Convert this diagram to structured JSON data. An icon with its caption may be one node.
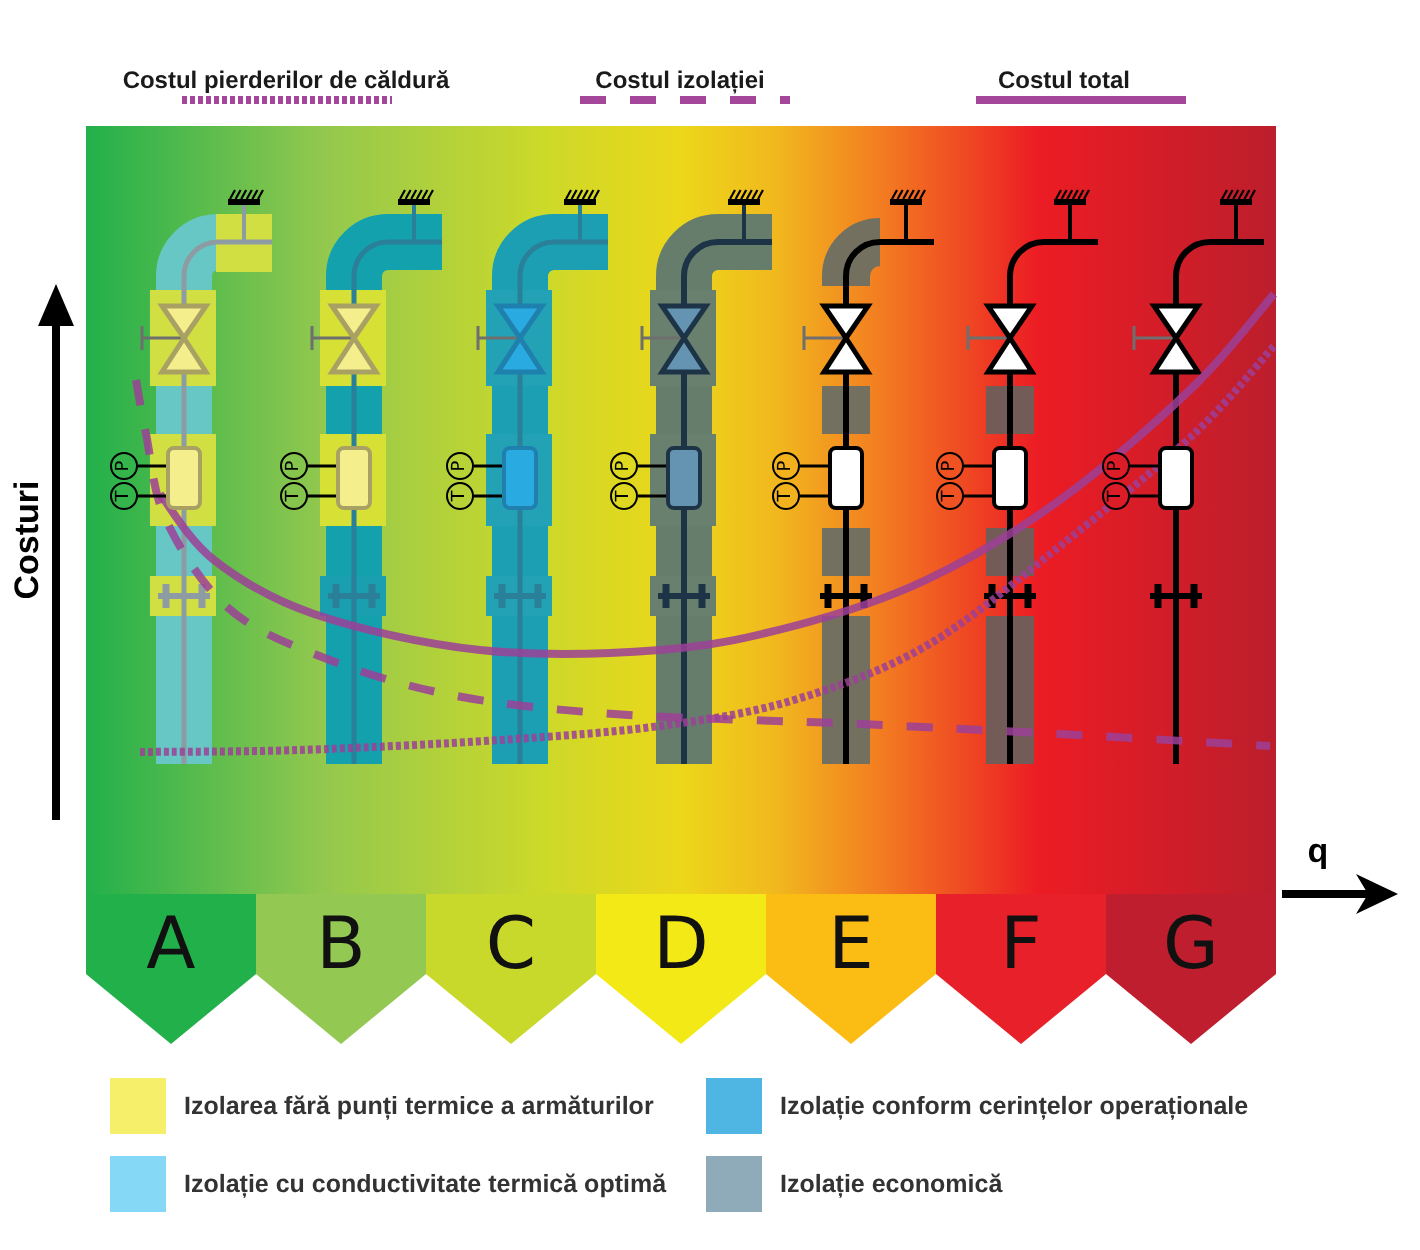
{
  "diagram": {
    "nodes": [
      {
        "text": [
          "P"
        ]
      },
      {
        "text": [
          "T"
        ]
      },
      {
        "text": [],
        "shape": "box"
      },
      {
        "text": [
          "P"
        ]
      },
      {
        "text": [
          "T"
        ]
      },
      {
        "text": [],
        "shape": "box"
      },
      {
        "text": [
          "P"
        ]
      },
      {
        "text": [
          "T"
        ]
      },
      {
        "text": [],
        "shape": "box"
      },
      {
        "text": [
          "P"
        ]
      },
      {
        "text": [
          "T"
        ]
      },
      {
        "text": [],
        "shape": "box"
      },
      {
        "text": [
          "P"
        ]
      },
      {
        "text": [
          "T"
        ]
      },
      {
        "text": [],
        "shape": "box"
      },
      {
        "text": [
          "P"
        ]
      },
      {
        "text": [
          "T"
        ]
      },
      {
        "text": [],
        "shape": "box"
      },
      {
        "text": [
          "P"
        ]
      },
      {
        "text": [
          "T"
        ]
      },
      {
        "text": [],
        "shape": "box"
      },
      {
        "text": [
          "A"
        ]
      },
      {
        "text": [
          "B"
        ]
      },
      {
        "text": [
          "C"
        ]
      },
      {
        "text": [
          "D"
        ]
      },
      {
        "text": [
          "E"
        ]
      },
      {
        "text": [
          "F"
        ]
      },
      {
        "text": [
          "G"
        ]
      }
    ],
    "edges": [
      {
        "from": 0,
        "to": 2,
        "arrow": "none"
      },
      {
        "from": 1,
        "to": 2,
        "arrow": "none"
      },
      {
        "from": 3,
        "to": 5,
        "arrow": "none"
      },
      {
        "from": 4,
        "to": 5,
        "arrow": "none"
      },
      {
        "from": 6,
        "to": 8,
        "arrow": "none"
      },
      {
        "from": 7,
        "to": 8,
        "arrow": "none"
      },
      {
        "from": 9,
        "to": 11,
        "arrow": "none"
      },
      {
        "from": 10,
        "to": 11,
        "arrow": "none"
      },
      {
        "from": 12,
        "to": 14,
        "arrow": "none"
      },
      {
        "from": 13,
        "to": 14,
        "arrow": "none"
      },
      {
        "from": 15,
        "to": 17,
        "arrow": "none"
      },
      {
        "from": 16,
        "to": 17,
        "arrow": "none"
      },
      {
        "from": 18,
        "to": 20,
        "arrow": "none"
      },
      {
        "from": 19,
        "to": 20,
        "arrow": "none"
      }
    ],
    "labels": [
      "Costuri",
      "q"
    ],
    "legend": [
      {
        "text": "Costul pierderilor de căldură"
      },
      {
        "text": "Costul izolației"
      },
      {
        "text": "Costul total"
      },
      {
        "text": "Izolarea fără punți termice a armăturilor",
        "color": "#f5ef6a"
      },
      {
        "text": "Izolație conform cerințelor operaționale",
        "color": "#4fb6e4"
      },
      {
        "text": "Izolație cu conductivitate termică optimă",
        "color": "#86d9f6"
      },
      {
        "text": "Izolație economică",
        "color": "#8faab8"
      }
    ]
  }
}
